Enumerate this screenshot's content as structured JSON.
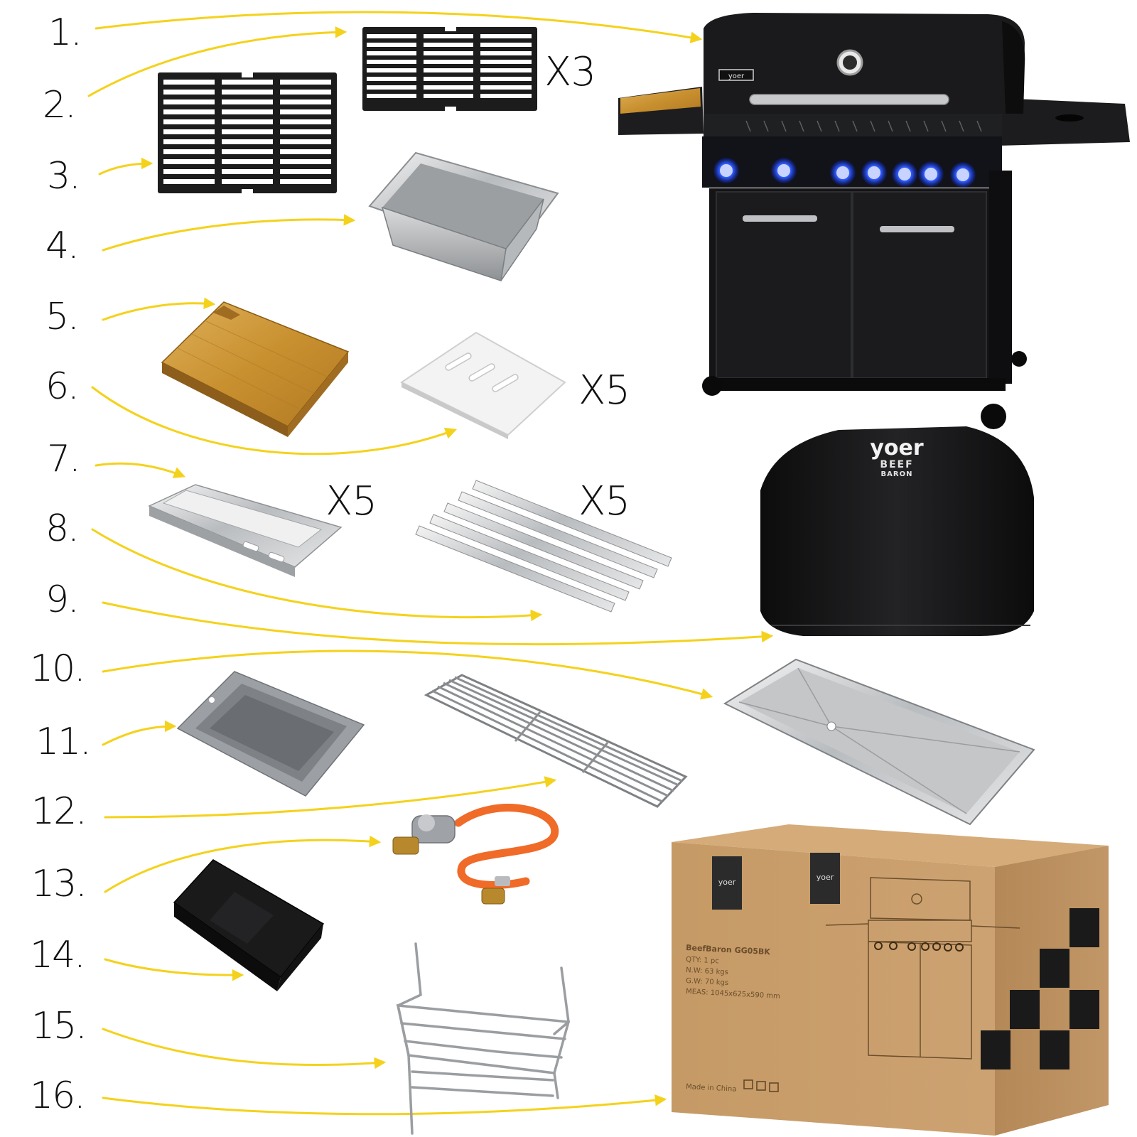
{
  "items": [
    {
      "number": "1.",
      "part": "grill"
    },
    {
      "number": "2.",
      "part": "cast-iron-grate-small"
    },
    {
      "number": "3.",
      "part": "cast-iron-grate-large"
    },
    {
      "number": "4.",
      "part": "steel-container"
    },
    {
      "number": "5.",
      "part": "bamboo-cutting-board"
    },
    {
      "number": "6.",
      "part": "heat-plate"
    },
    {
      "number": "7.",
      "part": "flame-tamer"
    },
    {
      "number": "8.",
      "part": "burner-rail"
    },
    {
      "number": "9.",
      "part": "grill-cover"
    },
    {
      "number": "10.",
      "part": "drip-tray"
    },
    {
      "number": "11.",
      "part": "grease-cup"
    },
    {
      "number": "12.",
      "part": "warming-rack"
    },
    {
      "number": "13.",
      "part": "gas-regulator-hose"
    },
    {
      "number": "14.",
      "part": "battery-box"
    },
    {
      "number": "15.",
      "part": "wire-basket"
    },
    {
      "number": "16.",
      "part": "shipping-box"
    }
  ],
  "quantities": {
    "grate": "X3",
    "heat_plate": "X5",
    "flame_tamer": "X5",
    "burner_rail": "X5"
  },
  "brand": {
    "logo": "yoer",
    "cover_line1": "BEEF",
    "cover_line2": "BARON"
  },
  "box_label": {
    "model": "BeefBaron GG05BK",
    "qty": "QTY: 1 pc",
    "nw": "N.W: 63 kgs",
    "gw": "G.W: 70 kgs",
    "meas": "MEAS: 1045x625x590 mm",
    "origin": "Made in China"
  },
  "colors": {
    "arrow": "#f4d21c",
    "grill_body": "#1b1b1d",
    "knob_glow": "#2f5bff",
    "cardboard": "#c89c67",
    "hose": "#f06a28",
    "bamboo": "#c9953a"
  }
}
